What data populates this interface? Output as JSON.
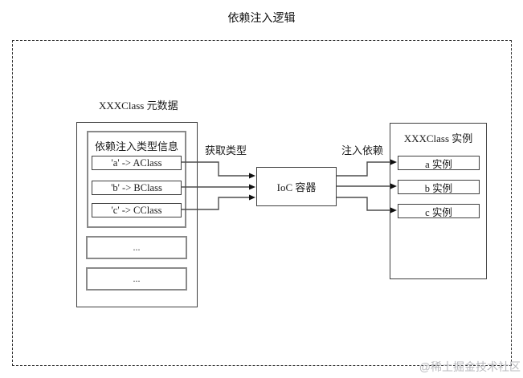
{
  "title": "依赖注入逻辑",
  "watermark": "@稀土掘金技术社区",
  "metadata_panel": {
    "label": "XXXClass 元数据",
    "type_info": {
      "title": "依赖注入类型信息",
      "entries": [
        "'a' -> AClass",
        "'b' -> BClass",
        "'c' -> CClass"
      ]
    },
    "placeholders": [
      "...",
      "..."
    ]
  },
  "ioc_container": {
    "label": "IoC 容器"
  },
  "instance_panel": {
    "label": "XXXClass 实例",
    "instances": [
      "a 实例",
      "b 实例",
      "c 实例"
    ]
  },
  "edge_labels": {
    "get_type": "获取类型",
    "inject": "注入依赖"
  },
  "colors": {
    "line": "#4d4d4d",
    "arrowhead": "#111111",
    "border_dark": "#3f3f3f",
    "border_gray": "#8a8a8a",
    "watermark": "#b8b9bd",
    "text": "#1a1a1a",
    "background": "#ffffff"
  }
}
